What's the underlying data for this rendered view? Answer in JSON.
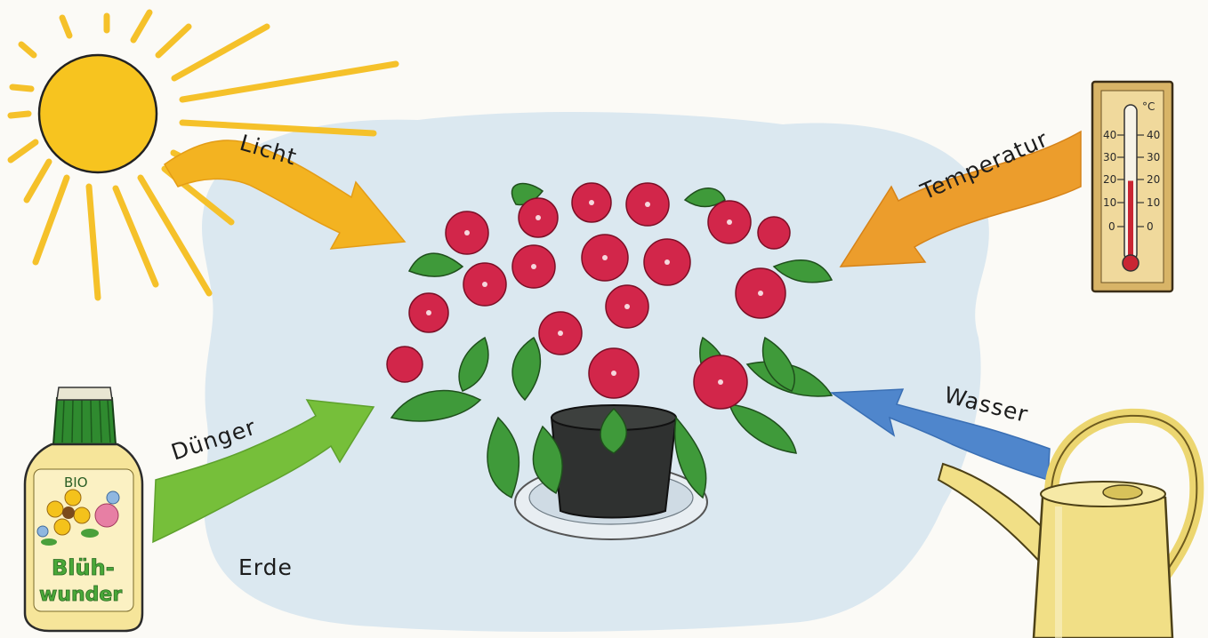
{
  "labels": {
    "light": "Licht",
    "temperature": "Temperatur",
    "fertilizer": "Dünger",
    "water": "Wasser",
    "soil": "Erde"
  },
  "bottle": {
    "brand": "BIO",
    "product_line1": "Blüh-",
    "product_line2": "wunder"
  },
  "thermometer": {
    "unit": "°C",
    "scale": [
      "40",
      "30",
      "20",
      "10",
      "0"
    ],
    "temperature_level": 20
  },
  "colors": {
    "sun": "#f7c41f",
    "light_arrow": "#f3b321",
    "temperature_arrow": "#ec9d2c",
    "fertilizer_arrow": "#76bf3a",
    "water_arrow": "#4f86cc",
    "background_wash": "#d7e5ef",
    "flowers": "#d2264a",
    "leaves": "#3f9a3a",
    "pot": "#2f3130",
    "watering_can": "#f1df86",
    "thermometer_frame": "#d8b467"
  },
  "icons": [
    "sun-icon",
    "thermometer-icon",
    "fertilizer-bottle-icon",
    "watering-can-icon",
    "potted-plant-icon"
  ]
}
